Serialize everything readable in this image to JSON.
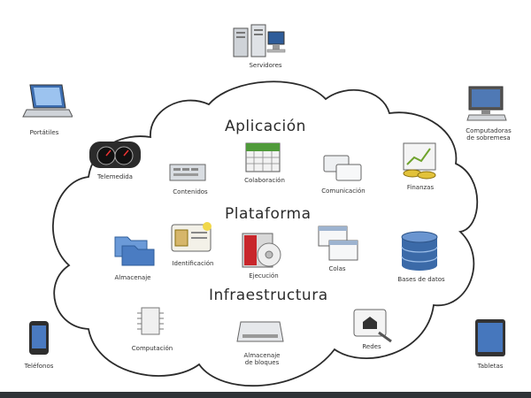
{
  "layers": {
    "application": "Aplicación",
    "platform": "Plataforma",
    "infrastructure": "Infraestructura"
  },
  "devices": {
    "servers": "Servidores",
    "laptops": "Portátiles",
    "desktops_line1": "Computadoras",
    "desktops_line2": "de sobremesa",
    "phones": "Teléfonos",
    "tablets": "Tabletas"
  },
  "application_items": {
    "monitoring": "Telemedida",
    "content": "Contenidos",
    "collaboration": "Colaboración",
    "communication": "Comunicación",
    "finance": "Finanzas"
  },
  "platform_items": {
    "object_storage": "Almacenaje",
    "identity": "Identificación",
    "runtime": "Ejecución",
    "queue": "Colas",
    "database": "Bases de datos"
  },
  "infrastructure_items": {
    "compute": "Computación",
    "block_storage_line1": "Almacenaje",
    "block_storage_line2": "de bloques",
    "network": "Redes"
  },
  "colors": {
    "cloud_outline": "#2b2b2b",
    "database": "#3b6aa8",
    "finance_green": "#6fa32d",
    "folder": "#4a7cc2",
    "runtime_red": "#c8262b"
  }
}
